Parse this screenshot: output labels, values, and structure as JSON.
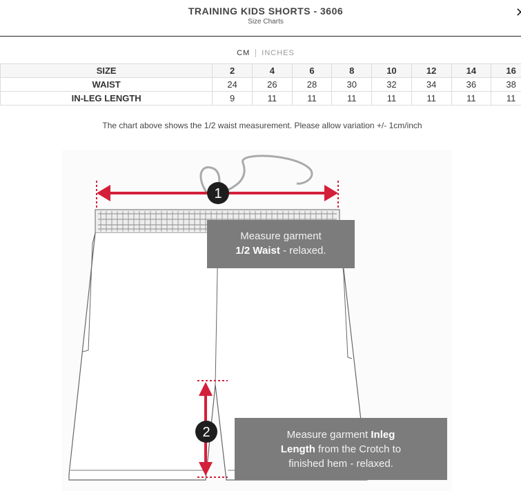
{
  "header": {
    "title": "TRAINING KIDS SHORTS - 3606",
    "subtitle": "Size Charts"
  },
  "units": {
    "cm": "CM",
    "inches": "INCHES",
    "selected": "CM"
  },
  "size_table": {
    "rows": [
      {
        "label": "SIZE",
        "values": [
          "2",
          "4",
          "6",
          "8",
          "10",
          "12",
          "14",
          "16"
        ]
      },
      {
        "label": "WAIST",
        "values": [
          "24",
          "26",
          "28",
          "30",
          "32",
          "34",
          "36",
          "38"
        ]
      },
      {
        "label": "IN-LEG LENGTH",
        "values": [
          "9",
          "11",
          "11",
          "11",
          "11",
          "11",
          "11",
          "11"
        ]
      }
    ]
  },
  "note": "The chart above shows the 1/2 waist measurement. Please allow variation +/- 1cm/inch",
  "diagram": {
    "marker1": "1",
    "marker2": "2",
    "box1": {
      "line1": "Measure garment",
      "bold": "1/2 Waist",
      "rest": " - relaxed."
    },
    "box2": {
      "line1a": "Measure garment ",
      "bold_a": "Inleg",
      "bold_b": "Length",
      "line2b": " from the Crotch to",
      "line3": "finished hem - relaxed."
    },
    "colors": {
      "arrow": "#d41f3a",
      "box": "#7c7c7c"
    }
  }
}
